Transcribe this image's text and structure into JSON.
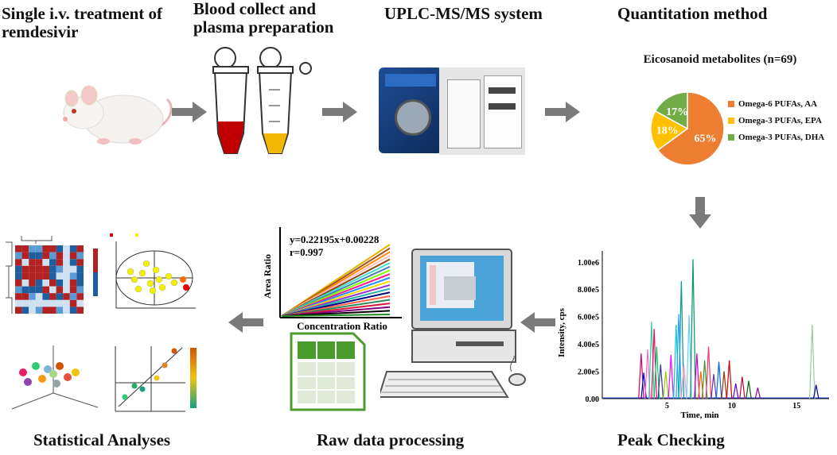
{
  "steps": {
    "treatment": "Single i.v. treatment of remdesivir",
    "blood": "Blood collect and plasma preparation",
    "uplc": "UPLC-MS/MS system",
    "quant": "Quantitation method",
    "peak": "Peak Checking",
    "raw": "Raw data processing",
    "stats": "Statistical Analyses"
  },
  "pie": {
    "title": "Eicosanoid metabolites (n=69)",
    "slices": [
      {
        "label": "Omega-6 PUFAs, AA",
        "value": 65,
        "text": "65%",
        "color": "#ED7D31"
      },
      {
        "label": "Omega-3 PUFAs, EPA",
        "value": 18,
        "text": "18%",
        "color": "#FFC000"
      },
      {
        "label": "Omega-3 PUFAs, DHA",
        "value": 17,
        "text": "17%",
        "color": "#70AD47"
      }
    ]
  },
  "calibration": {
    "equation": "y=0.22195x+0.00228",
    "r": "r=0.997",
    "xlabel": "Concentration Ratio",
    "ylabel": "Area Ratio"
  },
  "chart_data": {
    "type": "line",
    "title": "",
    "xlabel": "Time, min",
    "ylabel": "Intensity, cps",
    "x_ticks": [
      "5",
      "10",
      "15"
    ],
    "y_ticks": [
      "0.00",
      "2.00e5",
      "4.00e5",
      "6.00e5",
      "8.00e5",
      "1.00e6"
    ],
    "xlim": [
      0,
      17.5
    ],
    "ylim": [
      0,
      1080000
    ],
    "peaks": [
      {
        "t": 3.0,
        "h": 330000,
        "color": "#cc0066"
      },
      {
        "t": 3.2,
        "h": 190000,
        "color": "#0000cc"
      },
      {
        "t": 3.5,
        "h": 360000,
        "color": "#ff66cc"
      },
      {
        "t": 3.8,
        "h": 560000,
        "color": "#33cc99"
      },
      {
        "t": 4.0,
        "h": 510000,
        "color": "#ff0066"
      },
      {
        "t": 4.2,
        "h": 380000,
        "color": "#00cc66"
      },
      {
        "t": 4.5,
        "h": 250000,
        "color": "#333399"
      },
      {
        "t": 4.9,
        "h": 200000,
        "color": "#99cc00"
      },
      {
        "t": 5.3,
        "h": 320000,
        "color": "#ff00ff"
      },
      {
        "t": 5.7,
        "h": 540000,
        "color": "#00cccc"
      },
      {
        "t": 5.9,
        "h": 620000,
        "color": "#3399ff"
      },
      {
        "t": 6.1,
        "h": 860000,
        "color": "#009999"
      },
      {
        "t": 6.3,
        "h": 250000,
        "color": "#ff99cc"
      },
      {
        "t": 6.7,
        "h": 610000,
        "color": "#66ccff"
      },
      {
        "t": 7.0,
        "h": 1020000,
        "color": "#009966"
      },
      {
        "t": 7.3,
        "h": 330000,
        "color": "#cc00cc"
      },
      {
        "t": 7.6,
        "h": 200000,
        "color": "#ff6600"
      },
      {
        "t": 7.9,
        "h": 280000,
        "color": "#339933"
      },
      {
        "t": 8.2,
        "h": 380000,
        "color": "#ff3366"
      },
      {
        "t": 8.6,
        "h": 180000,
        "color": "#663399"
      },
      {
        "t": 9.0,
        "h": 270000,
        "color": "#0066ff"
      },
      {
        "t": 9.4,
        "h": 200000,
        "color": "#993300"
      },
      {
        "t": 9.8,
        "h": 280000,
        "color": "#cc0000"
      },
      {
        "t": 10.3,
        "h": 110000,
        "color": "#6600cc"
      },
      {
        "t": 10.8,
        "h": 160000,
        "color": "#cc0033"
      },
      {
        "t": 11.3,
        "h": 130000,
        "color": "#006600"
      },
      {
        "t": 12.0,
        "h": 80000,
        "color": "#990099"
      },
      {
        "t": 16.2,
        "h": 540000,
        "color": "#99cc99"
      },
      {
        "t": 16.5,
        "h": 100000,
        "color": "#000099"
      }
    ]
  }
}
